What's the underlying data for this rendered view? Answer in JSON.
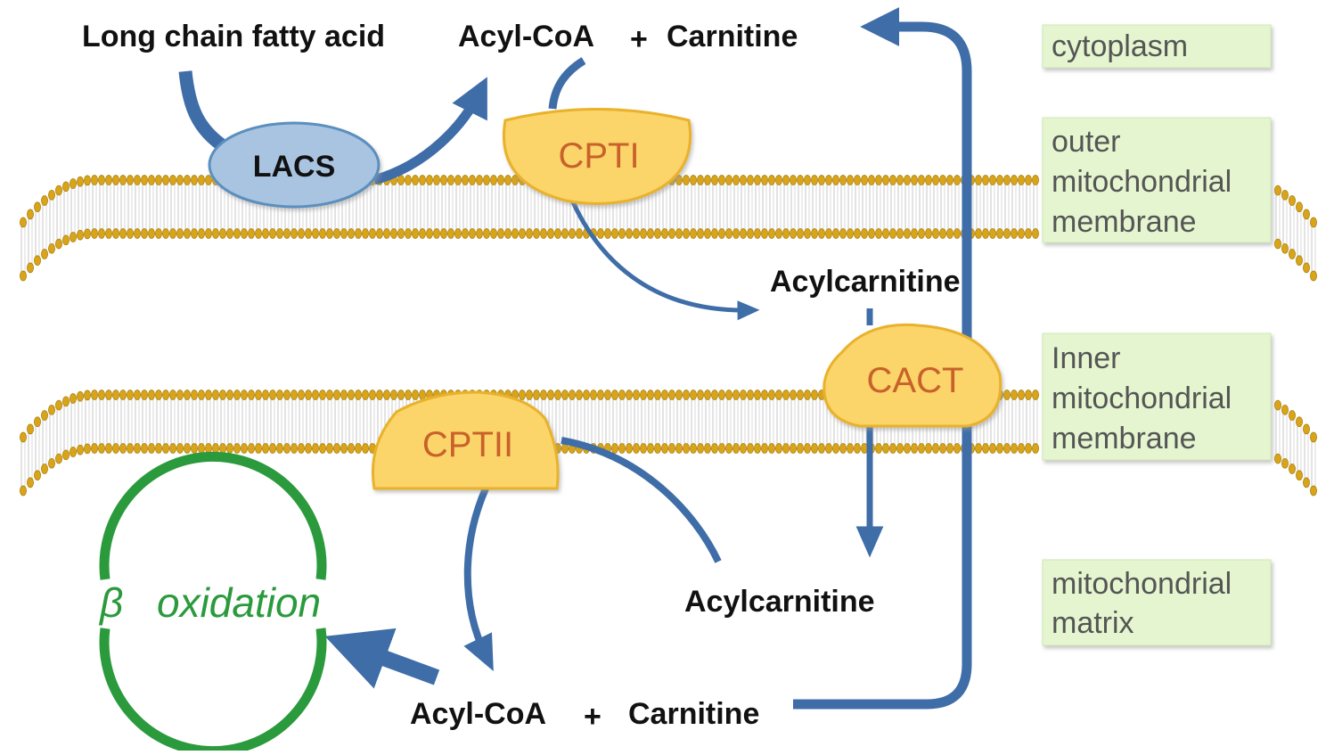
{
  "colors": {
    "arrow": "#3f6da8",
    "enzyme_fill": "#fbd46a",
    "enzyme_stroke": "#e9b22c",
    "lacs_fill": "#a9c4e0",
    "lacs_stroke": "#5a8fbf",
    "lipid_head": "#d8a419",
    "compartment_fill": "#e4f5cf",
    "cycle": "#2a9a3c"
  },
  "labels": {
    "long_chain_fatty_acid": "Long chain fatty acid",
    "acyl_coa_top": "Acyl-CoA",
    "plus_top": "+",
    "carnitine_top": "Carnitine",
    "acylcarnitine_mid": "Acylcarnitine",
    "acylcarnitine_low": "Acylcarnitine",
    "acyl_coa_bottom": "Acyl-CoA",
    "plus_bottom": "+",
    "carnitine_bottom": "Carnitine"
  },
  "enzymes": {
    "lacs": "LACS",
    "cpt1": "CPTI",
    "cact": "CACT",
    "cpt2": "CPTII"
  },
  "compartments": {
    "cytoplasm": [
      "cytoplasm"
    ],
    "outer": [
      "outer",
      "mitochondrial",
      "membrane"
    ],
    "inner": [
      "Inner",
      "mitochondrial",
      "membrane"
    ],
    "matrix": [
      "mitochondrial",
      "matrix"
    ]
  },
  "beta_oxidation": {
    "symbol": "β",
    "word": "oxidation"
  }
}
